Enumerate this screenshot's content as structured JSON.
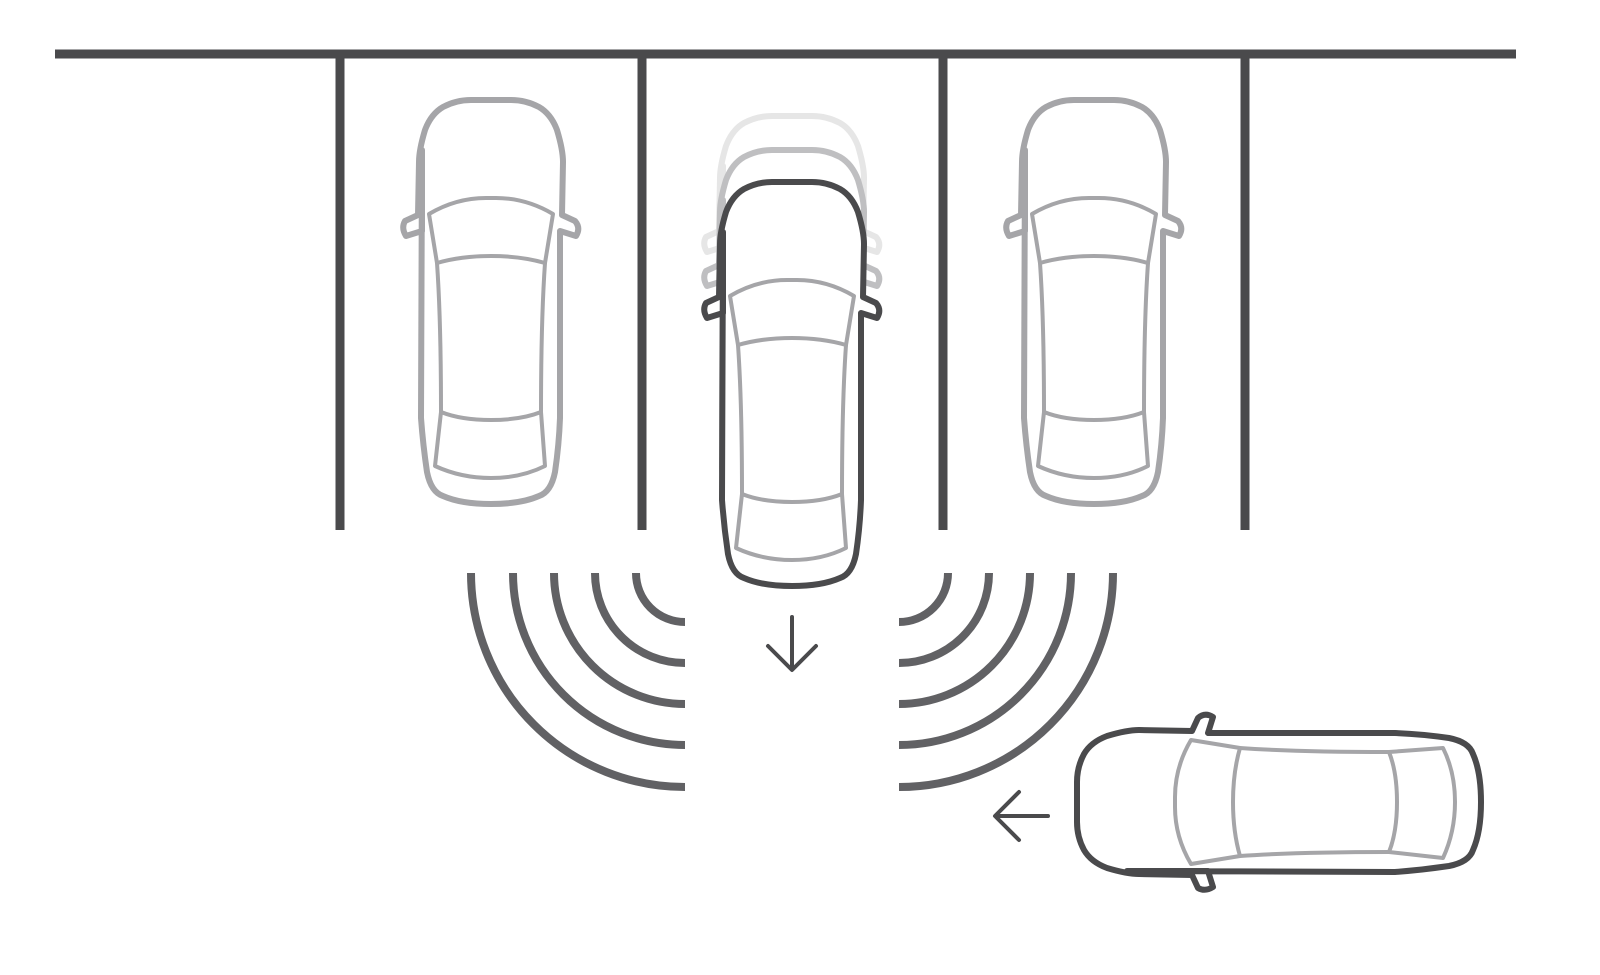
{
  "diagram": {
    "parking_spaces": 3,
    "parked_cars": [
      "left-space",
      "right-space"
    ],
    "reversing_car": "center-space",
    "reversing_direction": "down",
    "cross_traffic_direction": "left",
    "sensor_wave_rings_per_side": 5
  },
  "colors": {
    "background": "#ffffff",
    "dark_outline": "#4a4a4c",
    "parked_outline": "#a5a5a8",
    "ghost_far": "#e6e6e6",
    "ghost_near": "#bfbfc1",
    "sensor_wave": "#616164"
  }
}
